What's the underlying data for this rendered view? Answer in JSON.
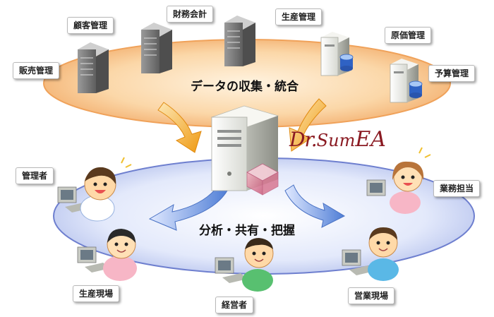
{
  "diagram": {
    "top_caption": "データの収集・統合",
    "bottom_caption": "分析・共有・把握",
    "brand": {
      "part1": "Dr.",
      "part2": "Sum",
      "part3": "EA"
    },
    "source_labels": [
      "販売管理",
      "顧客管理",
      "財務会計",
      "生産管理",
      "原価管理",
      "予算管理"
    ],
    "user_labels": [
      "管理者",
      "業務担当",
      "生産現場",
      "経営者",
      "営業現場"
    ]
  },
  "colors": {
    "top_ellipse": "#f8c68c",
    "bottom_ellipse": "#cdd6f5",
    "arrow_orange": "#f0a020",
    "arrow_blue": "#5a86d8",
    "brand": "#8a1a22"
  }
}
